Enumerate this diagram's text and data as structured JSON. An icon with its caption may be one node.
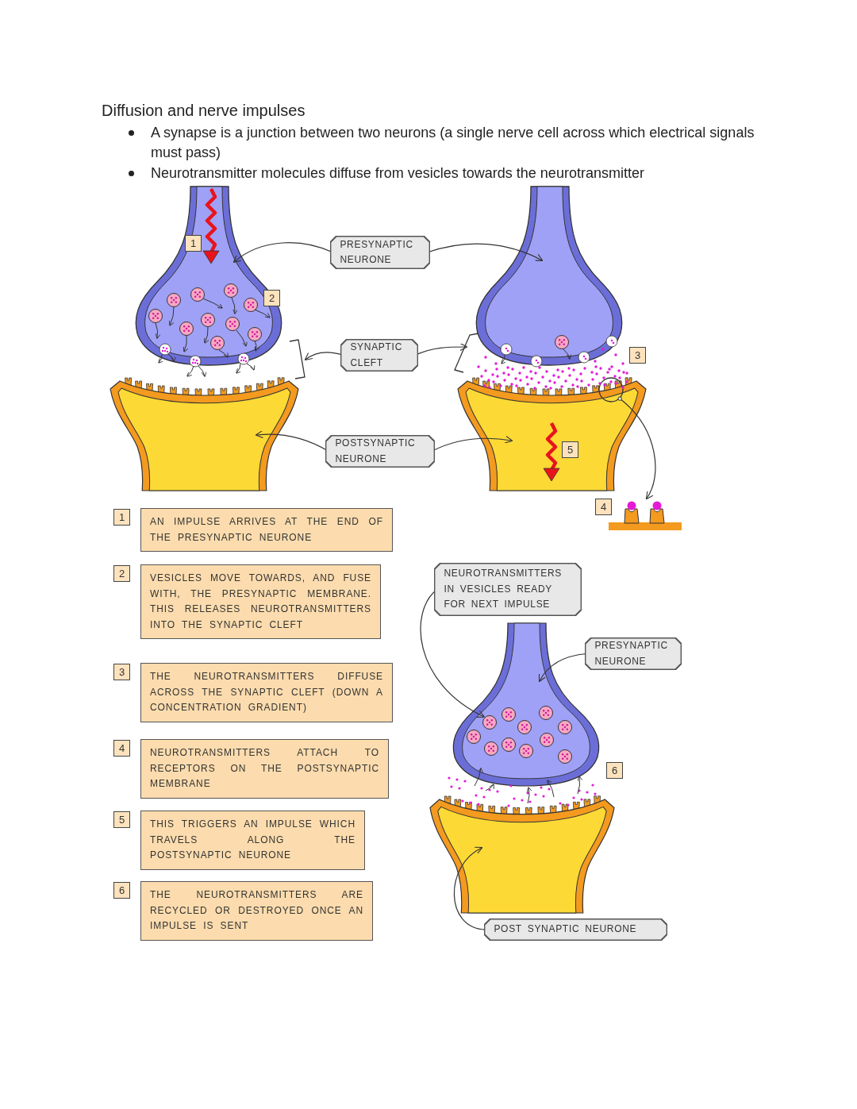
{
  "diagram": {
    "title": "Diffusion and nerve impulses",
    "nodes": [
      {
        "text": [
          "PRESYNAPTIC NEURONE"
        ]
      },
      {
        "text": [],
        "shape": "picture"
      },
      {
        "text": [],
        "shape": "picture"
      },
      {
        "text": [
          "SYNAPTIC CLEFT"
        ]
      },
      {
        "text": [],
        "shape": "bracket"
      },
      {
        "text": [],
        "shape": "bracket"
      },
      {
        "text": [
          "POSTSYNAPTIC NEURONE"
        ]
      },
      {
        "text": [],
        "shape": "picture"
      },
      {
        "text": [],
        "shape": "picture"
      },
      {
        "text": [],
        "shape": "circle"
      },
      {
        "text": [],
        "shape": "picture"
      },
      {
        "text": [
          "AN IMPULSE ARRIVES AT THE END OF THE PRESYNAPTIC NEURONE"
        ],
        "beside": [
          "1"
        ]
      },
      {
        "text": [
          "VESICLES MOVE TOWARDS, AND FUSE WITH, THE PRESYNAPTIC MEMBRANE. THIS RELEASES NEUROTRANSMITTERS INTO THE SYNAPTIC CLEFT"
        ],
        "beside": [
          "2"
        ]
      },
      {
        "text": [
          "THE NEUROTRANSMITTERS DIFFUSE ACROSS THE SYNAPTIC CLEFT (DOWN A CONCENTRATION GRADIENT)"
        ],
        "beside": [
          "3"
        ]
      },
      {
        "text": [
          "NEUROTRANSMITTERS ATTACH TO RECEPTORS ON THE POSTSYNAPTIC MEMBRANE"
        ],
        "beside": [
          "4"
        ]
      },
      {
        "text": [
          "THIS TRIGGERS AN IMPULSE WHICH TRAVELS ALONG THE POSTSYNAPTIC NEURONE"
        ],
        "beside": [
          "5"
        ]
      },
      {
        "text": [
          "THE NEUROTRANSMITTERS ARE RECYCLED OR DESTROYED ONCE AN IMPULSE IS SENT"
        ],
        "beside": [
          "6"
        ]
      },
      {
        "text": [
          "NEUROTRANSMITTERS IN VESICLES READY FOR NEXT IMPULSE"
        ]
      },
      {
        "text": [
          "PRESYNAPTIC NEURONE"
        ]
      },
      {
        "text": [],
        "shape": "picture"
      },
      {
        "text": [],
        "shape": "picture",
        "in": 19
      },
      {
        "text": [],
        "shape": "picture"
      },
      {
        "text": [
          "POST SYNAPTIC NEURONE"
        ]
      }
    ],
    "edges": [
      {
        "from": 0,
        "to": 1,
        "arrow": "to"
      },
      {
        "from": 0,
        "to": 2,
        "arrow": "to"
      },
      {
        "from": 3,
        "to": 4,
        "arrow": "to"
      },
      {
        "from": 3,
        "to": 5,
        "arrow": "to"
      },
      {
        "from": 6,
        "to": 7,
        "arrow": "to"
      },
      {
        "from": 6,
        "to": 8,
        "arrow": "to"
      },
      {
        "from": 9,
        "to": 10,
        "arrow": "to"
      },
      {
        "from": 17,
        "to": 20,
        "arrow": "to"
      },
      {
        "from": 18,
        "to": 19,
        "arrow": "to"
      },
      {
        "from": 22,
        "to": 21,
        "arrow": "to"
      }
    ],
    "labels": [
      "A synapse is a junction between two neurons (a single nerve cell across which electrical signals must pass)",
      "Neurotransmitter molecules diffuse from vesicles towards the neurotransmitter",
      "1",
      "2",
      "3",
      "5",
      "4",
      "6"
    ]
  }
}
